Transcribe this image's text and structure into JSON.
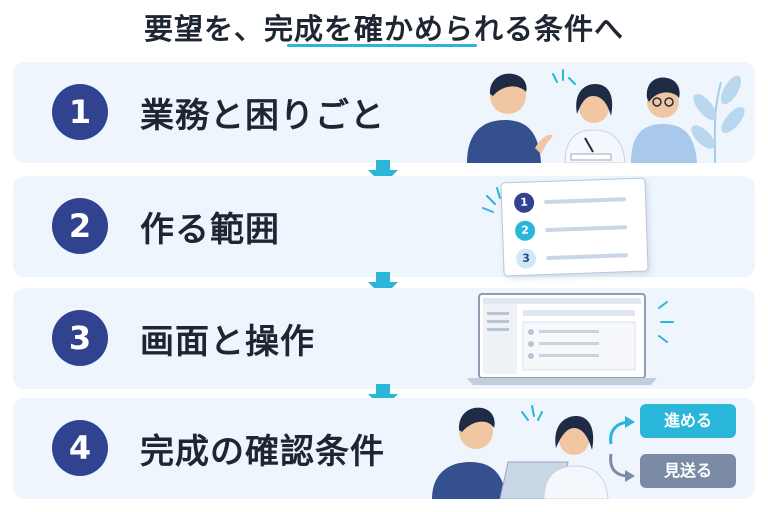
{
  "title": "要望を、完成を確かめられる条件へ",
  "steps": [
    {
      "number": "1",
      "label": "業務と困りごと"
    },
    {
      "number": "2",
      "label": "作る範囲"
    },
    {
      "number": "3",
      "label": "画面と操作"
    },
    {
      "number": "4",
      "label": "完成の確認条件"
    }
  ],
  "checklist_numbers": [
    "1",
    "2",
    "3"
  ],
  "outcomes": {
    "proceed": "進める",
    "defer": "見送る"
  },
  "colors": {
    "step_bg": "#eef5fd",
    "number_circle": "#31428f",
    "arrow": "#29b6d8",
    "proceed_pill": "#29b6d8",
    "defer_pill": "#7b8ba6"
  }
}
